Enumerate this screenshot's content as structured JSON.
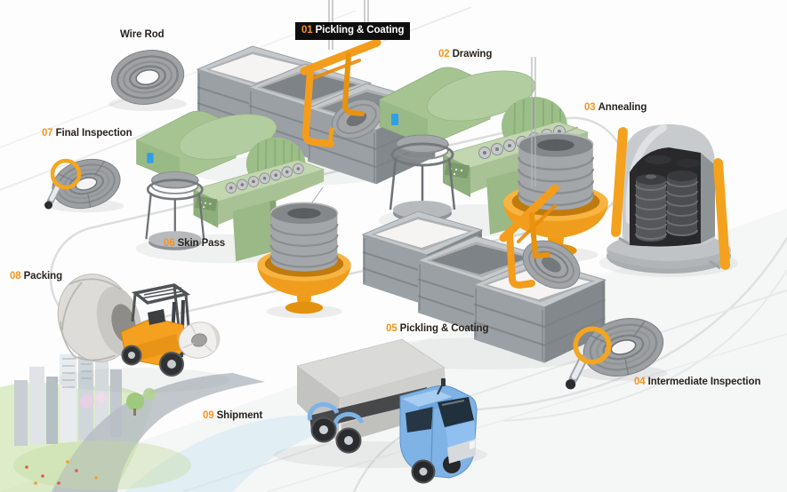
{
  "stations": [
    {
      "key": "wire-rod",
      "number": "",
      "label": "Wire Rod"
    },
    {
      "key": "pickling-coating-1",
      "number": "01",
      "label": "Pickling & Coating"
    },
    {
      "key": "drawing",
      "number": "02",
      "label": "Drawing"
    },
    {
      "key": "annealing",
      "number": "03",
      "label": "Annealing"
    },
    {
      "key": "intermediate-inspection",
      "number": "04",
      "label": "Intermediate Inspection"
    },
    {
      "key": "pickling-coating-2",
      "number": "05",
      "label": "Pickling & Coating"
    },
    {
      "key": "skin-pass",
      "number": "06",
      "label": "Skin Pass"
    },
    {
      "key": "final-inspection",
      "number": "07",
      "label": "Final Inspection"
    },
    {
      "key": "packing",
      "number": "08",
      "label": "Packing"
    },
    {
      "key": "shipment",
      "number": "09",
      "label": "Shipment"
    }
  ],
  "colors": {
    "accent_orange": "#F7941D",
    "badge_background": "#0E0E0E",
    "badge_text": "#FFFFFF",
    "label_text": "#29241F",
    "machine_green": "#A6C492",
    "tank_gray": "#9AA0A4",
    "coil_gray": "#9DA0A2",
    "equipment_orange": "#F49D1C",
    "truck_blue": "#80B3E5",
    "furnace_interior": "#29292B"
  }
}
